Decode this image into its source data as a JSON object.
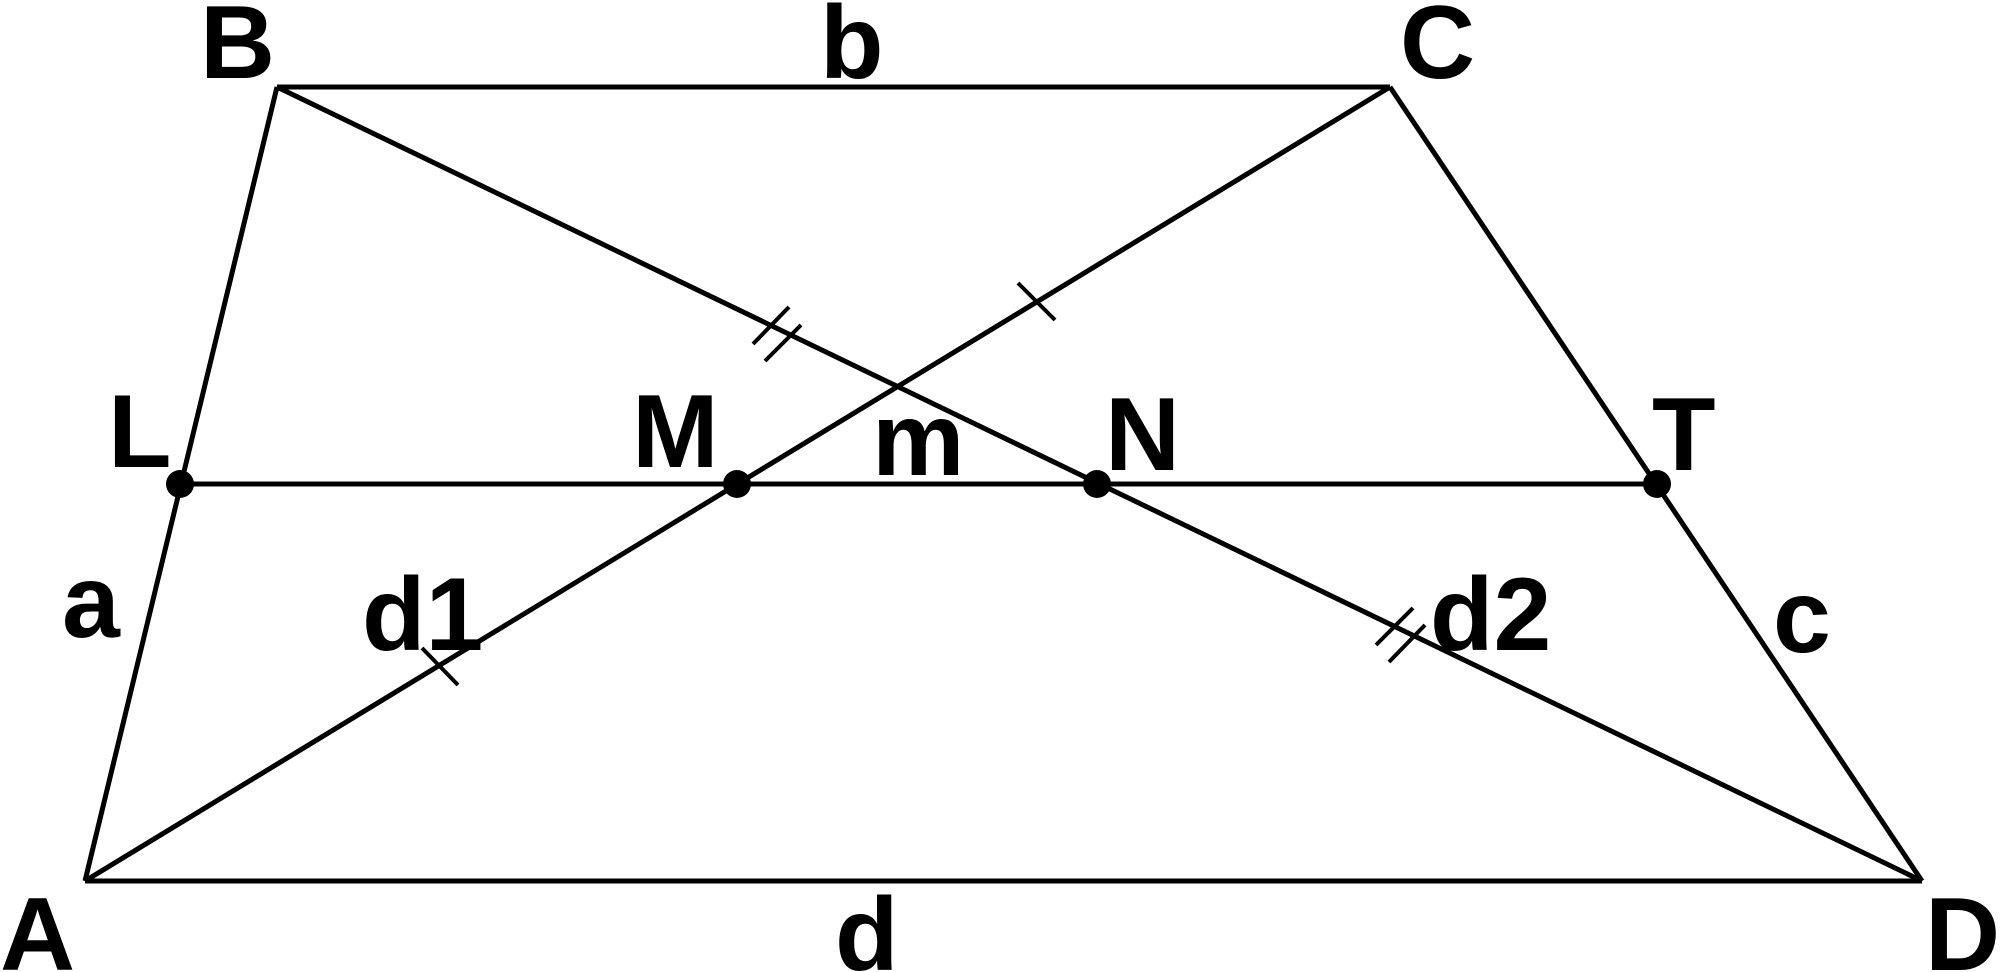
{
  "title": "Trapezoid ABCD with midline LT and diagonals",
  "vertices": {
    "A": "A",
    "B": "B",
    "C": "C",
    "D": "D"
  },
  "midpoints": {
    "L": "L",
    "M": "M",
    "N": "N",
    "T": "T"
  },
  "sides": {
    "a": "a",
    "b": "b",
    "c": "c",
    "d": "d"
  },
  "diagonals": {
    "d1": "d1",
    "d2": "d2"
  },
  "segment_mn": "m"
}
